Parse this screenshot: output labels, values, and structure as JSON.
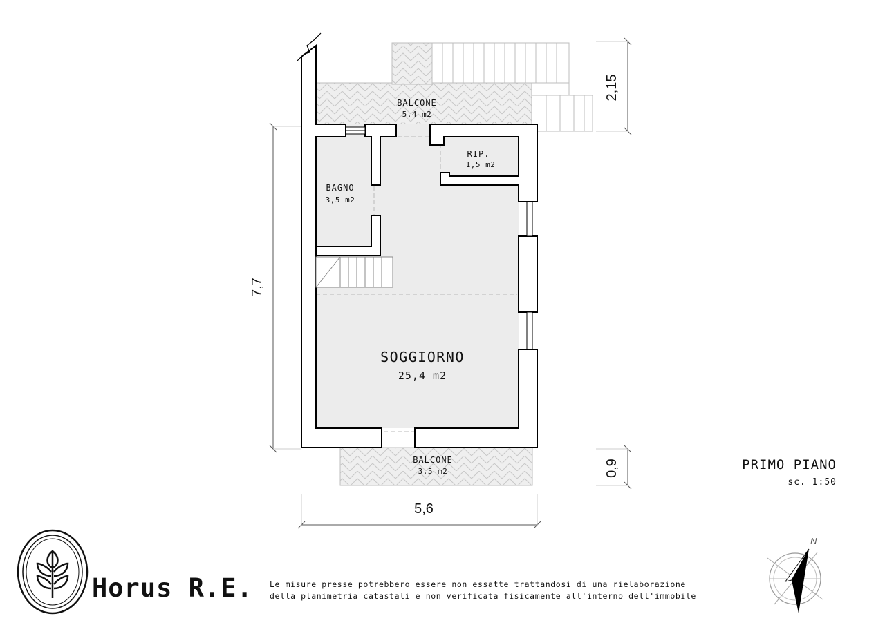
{
  "plan": {
    "floor_title": "PRIMO PIANO",
    "scale_label": "sc. 1:50",
    "rooms": {
      "balcone_top": {
        "name": "BALCONE",
        "area": "5,4 m2"
      },
      "bagno": {
        "name": "BAGNO",
        "area": "3,5 m2"
      },
      "rip": {
        "name": "RIP.",
        "area": "1,5 m2"
      },
      "soggiorno": {
        "name": "SOGGIORNO",
        "area": "25,4 m2"
      },
      "balcone_bottom": {
        "name": "BALCONE",
        "area": "3,5 m2"
      }
    },
    "dimensions": {
      "height": "7,7",
      "width": "5,6",
      "balcony_top_depth": "2,15",
      "balcony_bottom_depth": "0,9"
    },
    "north_label": "N"
  },
  "brand": {
    "name": "Horus R.E."
  },
  "disclaimer": {
    "line1": "Le misure presse potrebbero essere non essatte trattandosi di una rielaborazione",
    "line2": "della planimetria catastali e non verificata fisicamente all'interno dell'immobile"
  },
  "colors": {
    "wall_fill": "#ffffff",
    "wall_stroke": "#000000",
    "floor_fill": "#ececec",
    "hatch_stroke": "#cccccc",
    "dim_line": "#444444"
  }
}
